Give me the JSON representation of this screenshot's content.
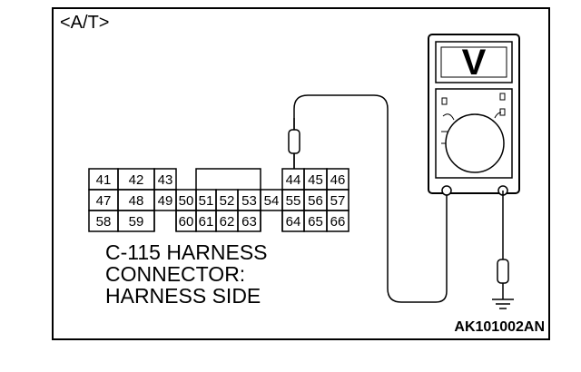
{
  "diagram": {
    "tag": "<A/T>",
    "caption_lines": [
      "C-115 HARNESS",
      "CONNECTOR:",
      "HARNESS SIDE"
    ],
    "figure_id": "AK101002AN",
    "connector": {
      "rows": [
        [
          "41",
          "42",
          "43",
          "",
          "",
          "",
          "",
          "",
          "44",
          "45",
          "46"
        ],
        [
          "47",
          "48",
          "49",
          "50",
          "51",
          "52",
          "53",
          "54",
          "55",
          "56",
          "57"
        ],
        [
          "58",
          "59",
          "",
          "60",
          "61",
          "62",
          "63",
          "",
          "64",
          "65",
          "66"
        ]
      ]
    },
    "meter_display_symbol": "V"
  }
}
